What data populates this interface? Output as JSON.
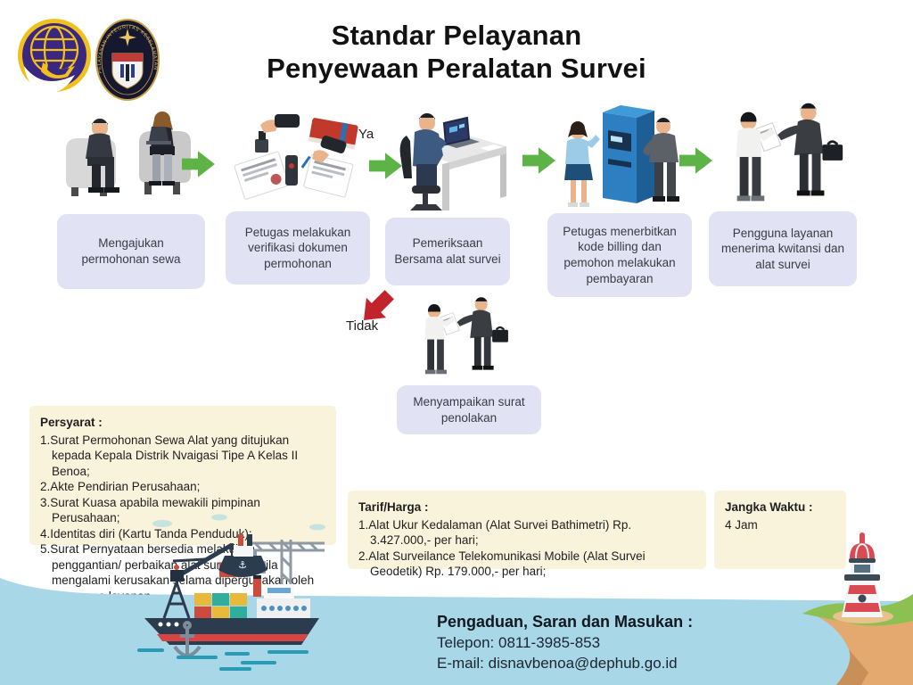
{
  "header": {
    "title_line1": "Standar Pelayanan",
    "title_line2": "Penyewaan Peralatan Survei",
    "badge_text": "PELAYANAN INTEGRITAS KESELAMATAN"
  },
  "flow": {
    "steps": [
      {
        "label": "Mengajukan permohonan sewa",
        "illustration": "applicants-seated-illustration"
      },
      {
        "label": "Petugas melakukan verifikasi dokumen permohonan",
        "illustration": "document-stamping-illustration"
      },
      {
        "label": "Pemeriksaan Bersama alat survei",
        "illustration": "officer-at-computer-illustration"
      },
      {
        "label": "Petugas menerbitkan kode billing dan pemohon melakukan pembayaran",
        "illustration": "payment-kiosk-illustration"
      },
      {
        "label": "Pengguna layanan menerima kwitansi dan alat survei",
        "illustration": "document-handover-illustration"
      }
    ],
    "yes_label": "Ya",
    "no_label": "Tidak",
    "rejection": {
      "label": "Menyampaikan surat penolakan",
      "illustration": "rejection-letter-handover-illustration"
    }
  },
  "requirements": {
    "heading": "Persyarat :",
    "items": [
      "1.Surat Permohonan Sewa Alat yang ditujukan kepada Kepala Distrik Nvaigasi Tipe A Kelas II Benoa;",
      "2.Akte Pendirian Perusahaan;",
      "3.Surat Kuasa apabila mewakili pimpinan Perusahaan;",
      "4.Identitas diri (Kartu Tanda Penduduk);",
      "5.Surat Pernyataan bersedia melakukan penggantian/ perbaikan alat survei apabila mengalami kerusakan selama dipergunakan oleh pengguna layanan."
    ]
  },
  "tariff": {
    "heading": "Tarif/Harga :",
    "items": [
      "1.Alat Ukur Kedalaman (Alat Survei Bathimetri) Rp. 3.427.000,- per hari;",
      "2.Alat Surveilance Telekomunikasi Mobile (Alat Survei Geodetik) Rp. 179.000,- per hari;"
    ]
  },
  "duration": {
    "heading": "Jangka Waktu :",
    "value": "4 Jam"
  },
  "contact": {
    "heading": "Pengaduan, Saran dan Masukan :",
    "phone": "Telepon: 0811-3985-853",
    "email": "E-mail: disnavbenoa@dephub.go.id"
  },
  "colors": {
    "flow_box_bg": "#e1e2f3",
    "cream_box_bg": "#faf3dc",
    "green_arrow": "#5db346",
    "red_arrow": "#c2242c",
    "wave_band": "#a8d7e8",
    "title_text": "#121212"
  }
}
